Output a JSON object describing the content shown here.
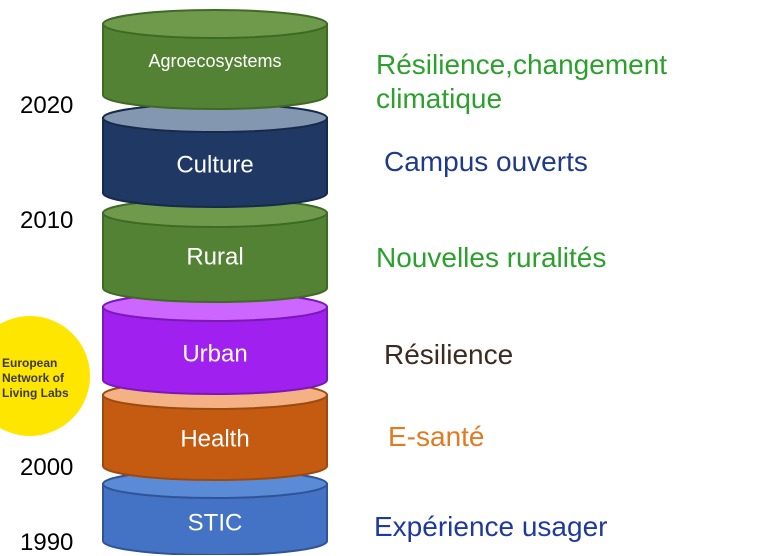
{
  "layers": [
    {
      "label": "Agroecosystems",
      "color": "#548235",
      "top_color": "#6f9a4c",
      "stroke": "#3e6a24"
    },
    {
      "label": "Culture",
      "color": "#203864",
      "top_color": "#8497b0",
      "stroke": "#162a4c"
    },
    {
      "label": "Rural",
      "color": "#548235",
      "top_color": "#6f9a4c",
      "stroke": "#3e6a24"
    },
    {
      "label": "Urban",
      "color": "#a020f0",
      "top_color": "#cc66ff",
      "stroke": "#7a18b8"
    },
    {
      "label": "Health",
      "color": "#c55a11",
      "top_color": "#f4b183",
      "stroke": "#9c4a10"
    },
    {
      "label": "STIC",
      "color": "#4472c4",
      "top_color": "#5b8bd6",
      "stroke": "#2f5597"
    }
  ],
  "years": [
    "2020",
    "2010",
    "2000",
    "1990"
  ],
  "descriptions": [
    {
      "text": "Résilience,changement climatique",
      "color": "#2ca02c"
    },
    {
      "text": "Campus ouverts",
      "color": "#1f3a8a"
    },
    {
      "text": "Nouvelles ruralités",
      "color": "#2ca02c"
    },
    {
      "text": "Résilience",
      "color": "#3d2b1f"
    },
    {
      "text": "E-santé",
      "color": "#e07b22"
    },
    {
      "text": "Expérience usager",
      "color": "#1f3a9f"
    }
  ],
  "logo": {
    "lines": [
      "European",
      "Network of",
      "Living Labs"
    ],
    "color": "#ffe600"
  }
}
